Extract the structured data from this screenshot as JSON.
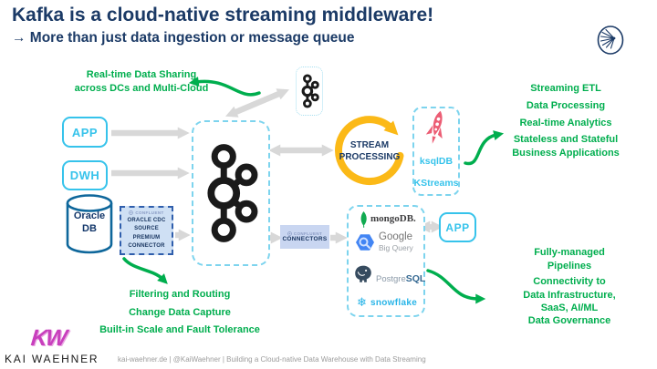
{
  "header": {
    "title": "Kafka is a cloud-native streaming middleware!",
    "subtitle": "→ More than just data ingestion or message queue"
  },
  "annotations": {
    "top_left": "Real-time Data Sharing\nacross DCs and Multi-Cloud",
    "right_list": [
      "Streaming ETL",
      "Data Processing",
      "Real-time Analytics",
      "Stateless and Stateful\nBusiness Applications"
    ],
    "bottom_left": [
      "Filtering and Routing",
      "Change Data Capture",
      "Built-in Scale and Fault Tolerance"
    ],
    "bottom_right": [
      "Fully-managed\nPipelines",
      "Connectivity to\nData Infrastructure,\nSaaS, AI/ML",
      "Data Governance"
    ]
  },
  "nodes": {
    "app_left": "APP",
    "dwh": "DWH",
    "oracle_db": "Oracle\nDB",
    "oracle_cdc": {
      "vendor": "CONFLUENT",
      "label": "ORACLE CDC\nSOURCE\nPREMIUM\nCONNECTOR"
    },
    "connectors": {
      "vendor": "CONFLUENT",
      "label": "CONNECTORS"
    },
    "stream_processing": "STREAM\nPROCESSING",
    "ksqldb_items": [
      "ksqlDB",
      "KStreams"
    ],
    "app_right": "APP",
    "sinks": {
      "mongodb": "mongoDB.",
      "google_line1": "Google",
      "google_line2": "Big Query",
      "postgres_gray": "Postgre",
      "postgres_blue": "SQL",
      "snowflake": "snowflake",
      "snowflake_glyph": "❄"
    }
  },
  "icons": {
    "kafka": "apache-kafka-logo",
    "rocket": "rocket-icon",
    "confluent": "confluent-logo",
    "mongodb_leaf": "mongodb-leaf-icon",
    "bigquery": "bigquery-hexagon-icon",
    "postgresql": "postgres-elephant-icon",
    "snowflake": "snowflake-icon",
    "brand_badge": "streaming-burst-logo"
  },
  "colors": {
    "navy": "#1b3a66",
    "green": "#00ae4e",
    "cyan": "#36c3eb",
    "dashed_cyan": "#7dd4ee",
    "yellow": "#fbb917",
    "gray_arrow": "#d8d8d8",
    "rocket_red": "#ec5d74",
    "oracle_blue": "#0e679b",
    "cdc_border": "#2f5eac",
    "cdc_fill": "#cfe0f4",
    "mongo_green": "#10aa50",
    "google_blue": "#4285f4",
    "postgres_blue": "#336791",
    "snowflake_blue": "#29b5e8",
    "kw_magenta": "#c83fbd"
  },
  "footer": {
    "logo_initials": "KW",
    "logo_name": "KAI WAEHNER",
    "text": "kai-waehner.de | @KaiWaehner | Building a Cloud-native Data Warehouse with Data Streaming"
  }
}
